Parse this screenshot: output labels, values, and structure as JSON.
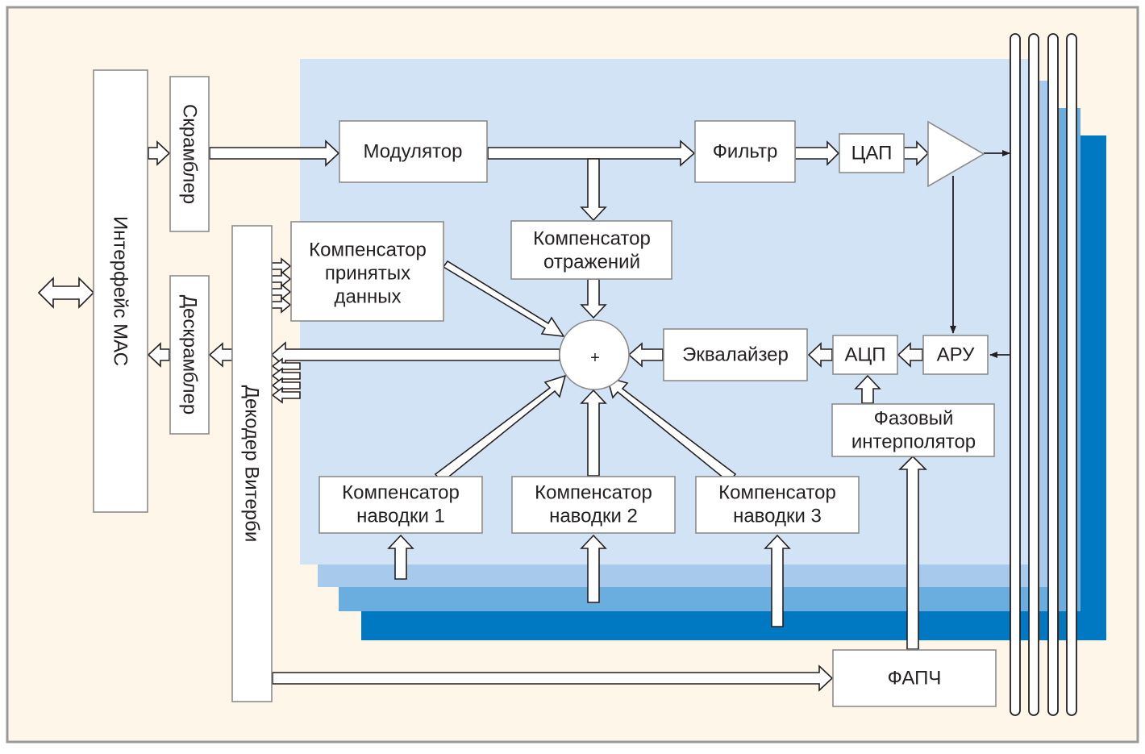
{
  "blocks": {
    "mac_interface": "Интерфейс МАС",
    "scrambler": "Скрамблер",
    "descrambler": "Дескрамблер",
    "viterbi_decoder": "Декодер Витерби",
    "modulator": "Модулятор",
    "filter": "Фильтр",
    "dac": "ЦАП",
    "received_data_compensator": [
      "Компенсатор",
      "принятых",
      "данных"
    ],
    "echo_compensator": [
      "Компенсатор",
      "отражений"
    ],
    "summer": "+",
    "equalizer": "Эквалайзер",
    "adc": "АЦП",
    "agc": "АРУ",
    "phase_interpolator": [
      "Фазовый",
      "интерполятор"
    ],
    "crosstalk_compensator_1": [
      "Компенсатор",
      "наводки 1"
    ],
    "crosstalk_compensator_2": [
      "Компенсатор",
      "наводки 2"
    ],
    "crosstalk_compensator_3": [
      "Компенсатор",
      "наводки 3"
    ],
    "pll": "ФАПЧ"
  },
  "colors": {
    "background": "#fef6e8",
    "frame": "#9a9a9a",
    "layer_1": "#d2e3f5",
    "layer_2": "#a6c9ec",
    "layer_3": "#6aaee0",
    "layer_4": "#0079c2",
    "block_border": "#8c8c8c",
    "line": "#231f20"
  }
}
